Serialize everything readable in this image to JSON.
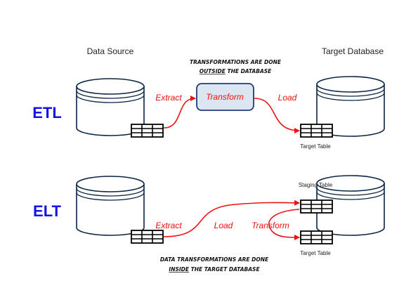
{
  "headers": {
    "source": "Data Source",
    "target": "Target Database"
  },
  "etl": {
    "label": "ETL",
    "note_line1": "TRANSFORMATIONS ARE DONE",
    "note_line2_underlined": "OUTSIDE",
    "note_line2_rest": " THE DATABASE",
    "extract": "Extract",
    "transform": "Transform",
    "load": "Load",
    "target_table": "Target Table"
  },
  "elt": {
    "label": "ELT",
    "staging_table": "Staging Table",
    "extract": "Extract",
    "load": "Load",
    "transform": "Transform",
    "target_table": "Target Table",
    "note_line1": "DATA TRANSFORMATIONS ARE DONE",
    "note_line2_underlined": "INSIDE",
    "note_line2_rest": " THE TARGET DATABASE"
  },
  "colors": {
    "accent_blue": "#1414e6",
    "arrow_red": "#ee1111",
    "transform_box_fill": "#dce6f2",
    "transform_box_stroke": "#1f3d7a",
    "outline": "#0b2545"
  }
}
